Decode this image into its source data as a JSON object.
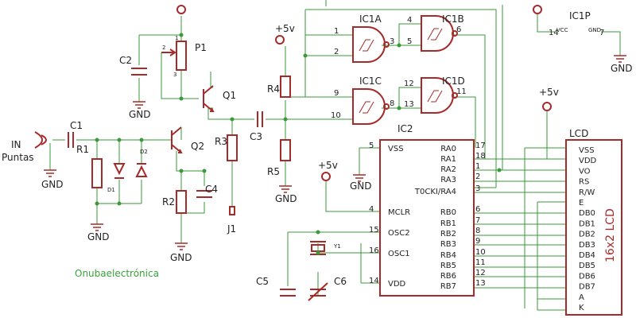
{
  "colors": {
    "wire": "#3a9a3a",
    "component": "#a52a2a",
    "text": "#222222",
    "credit": "#3aa03a",
    "background": "#ffffff"
  },
  "labels": {
    "in": "IN",
    "puntas": "Puntas",
    "c1": "C1",
    "c2": "C2",
    "c3": "C3",
    "c4": "C4",
    "c5": "C5",
    "c6": "C6",
    "r1": "R1",
    "r2": "R2",
    "r3": "R3",
    "r4": "R4",
    "r5": "R5",
    "d1": "D1",
    "d2": "D2",
    "p1": "P1",
    "q1": "Q1",
    "q2": "Q2",
    "j1": "J1",
    "y1": "Y1",
    "ic1a": "IC1A",
    "ic1b": "IC1B",
    "ic1c": "IC1C",
    "ic1d": "IC1D",
    "ic1p": "IC1P",
    "ic2": "IC2",
    "lcd": "LCD",
    "lcd_part": "16x2 LCD",
    "credit": "Onubaelectrónica"
  },
  "power": {
    "vplus_1": "+5v",
    "vplus_2": "+5v",
    "vplus_3": "+5v",
    "gnd": "GND"
  },
  "ic2_pins": {
    "left": [
      {
        "num": "5",
        "name": "VSS"
      },
      {
        "num": "4",
        "name": "MCLR"
      },
      {
        "num": "15",
        "name": "OSC2"
      },
      {
        "num": "16",
        "name": "OSC1"
      },
      {
        "num": "14",
        "name": "VDD"
      }
    ],
    "right": [
      {
        "num": "17",
        "name": "RA0"
      },
      {
        "num": "18",
        "name": "RA1"
      },
      {
        "num": "1",
        "name": "RA2"
      },
      {
        "num": "2",
        "name": "RA3"
      },
      {
        "num": "3",
        "name": "T0CKI/RA4"
      },
      {
        "num": "6",
        "name": "RB0"
      },
      {
        "num": "7",
        "name": "RB1"
      },
      {
        "num": "8",
        "name": "RB2"
      },
      {
        "num": "9",
        "name": "RB3"
      },
      {
        "num": "10",
        "name": "RB4"
      },
      {
        "num": "11",
        "name": "RB5"
      },
      {
        "num": "12",
        "name": "RB6"
      },
      {
        "num": "13",
        "name": "RB7"
      }
    ]
  },
  "lcd_pins": [
    "VSS",
    "VDD",
    "VO",
    "RS",
    "R/W",
    "E",
    "DB0",
    "DB1",
    "DB2",
    "DB3",
    "DB4",
    "DB5",
    "DB6",
    "DB7",
    "A",
    "K"
  ],
  "gate_pins": {
    "ic1a": [
      "1",
      "2",
      "3"
    ],
    "ic1b": [
      "4",
      "5",
      "6"
    ],
    "ic1c": [
      "9",
      "10",
      "8"
    ],
    "ic1d": [
      "12",
      "13",
      "11"
    ],
    "ic1p": [
      "14",
      "VCC",
      "GND",
      "7"
    ]
  },
  "p1_pins": [
    "1",
    "2",
    "3"
  ]
}
